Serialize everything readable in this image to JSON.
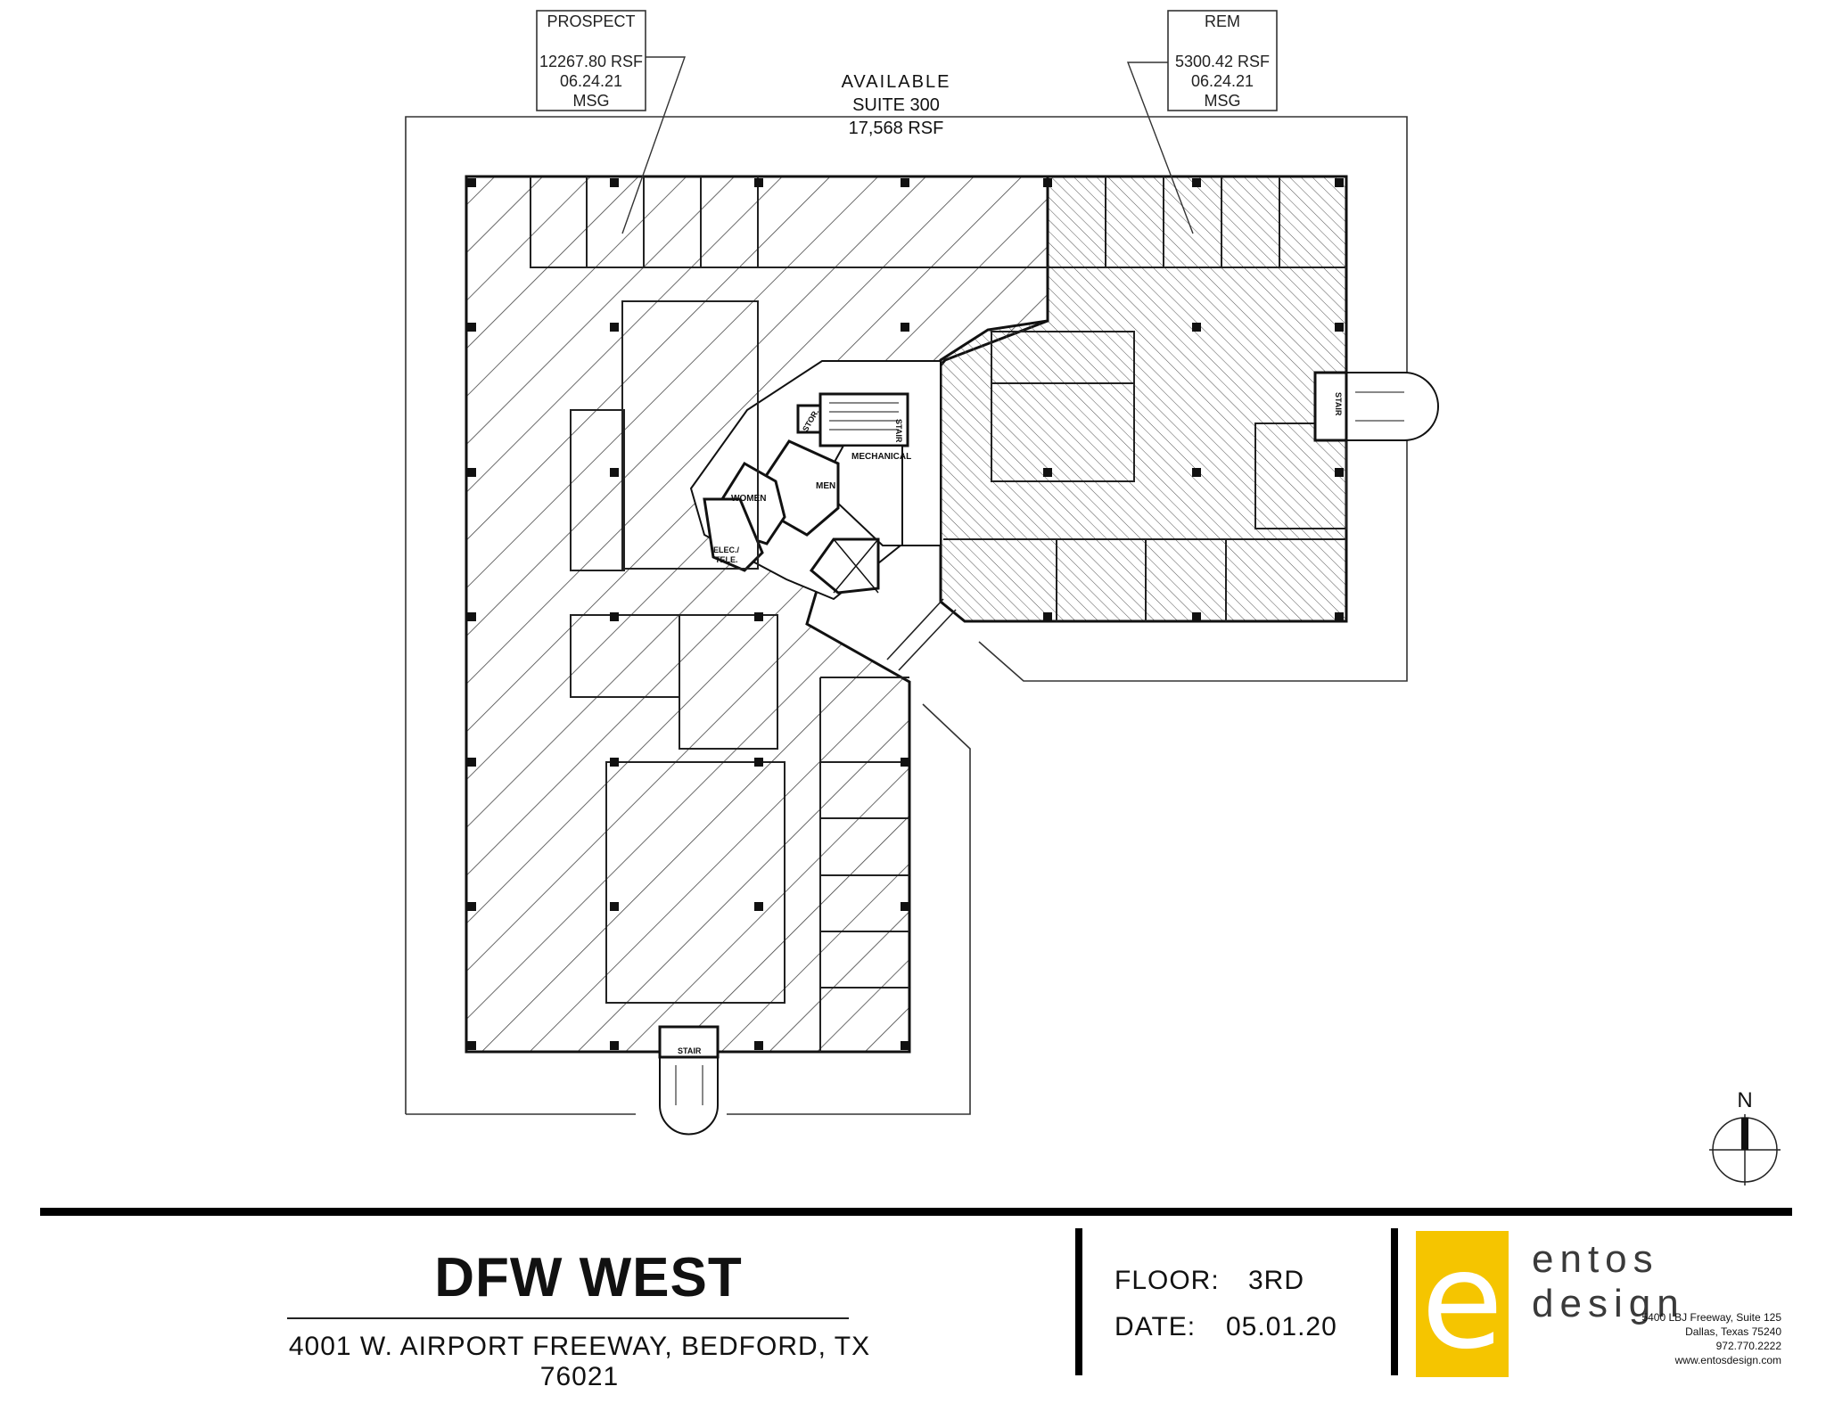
{
  "labels": {
    "prospect": {
      "name": "PROSPECT",
      "area": "12267.80 RSF",
      "date": "06.24.21",
      "initials": "MSG"
    },
    "rem": {
      "name": "REM",
      "area": "5300.42 RSF",
      "date": "06.24.21",
      "initials": "MSG"
    },
    "available": {
      "line1": "AVAILABLE",
      "line2": "SUITE 300",
      "line3": "17,568 RSF"
    }
  },
  "rooms": {
    "stair_core": "STAIR",
    "stor": "STOR.",
    "mechanical": "MECHANICAL",
    "men": "MEN",
    "women": "WOMEN",
    "elec_1": "ELEC./",
    "elec_2": "TELE.",
    "stair_east": "STAIR",
    "stair_south": "STAIR"
  },
  "north": "N",
  "title_block": {
    "building": "DFW WEST",
    "address": "4001 W. AIRPORT FREEWAY, BEDFORD, TX 76021",
    "floor_label": "FLOOR:",
    "floor_value": "3RD",
    "date_label": "DATE:",
    "date_value": "05.01.20"
  },
  "brand": {
    "logo_letter": "e",
    "name": "entos design",
    "address_1": "5400 LBJ Freeway, Suite 125",
    "address_2": "Dallas, Texas 75240",
    "phone": "972.770.2222",
    "web": "www.entosdesign.com",
    "logo_color": "#f5c500"
  }
}
